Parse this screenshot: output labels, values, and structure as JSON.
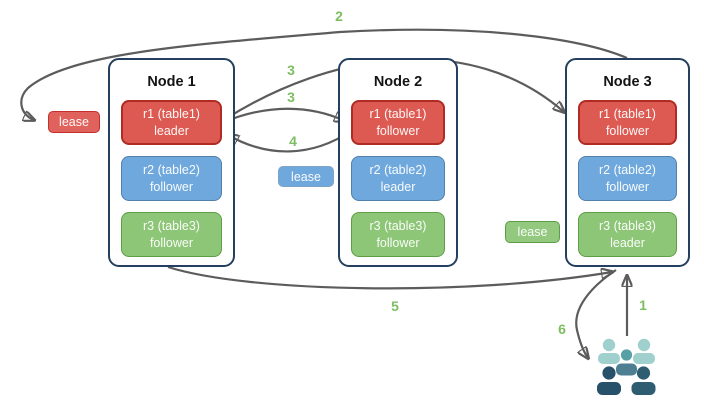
{
  "diagram": {
    "description": "Three-node replication diagram with per-table leader/follower replicas, leases and numbered request flow",
    "colors": {
      "replica_red_fill": "#dd5a52",
      "replica_red_border": "#b02b24",
      "replica_blue_fill": "#6fa8dc",
      "replica_blue_border": "#5180ad",
      "replica_green_fill": "#8dc677",
      "replica_green_border": "#5f9e45",
      "node_border": "#24405e",
      "arrow": "#5c5c5c",
      "step_label": "#7dbe62",
      "users_back": "#9fd0ce",
      "users_mid_head": "#57a0a5",
      "users_mid_body": "#4d7e92",
      "users_front_left": "#27506b",
      "users_front_right": "#2e5d72"
    },
    "nodes": [
      {
        "title": "Node 1",
        "replicas": [
          {
            "name": "r1 (table1)",
            "role": "leader",
            "color": "red"
          },
          {
            "name": "r2 (table2)",
            "role": "follower",
            "color": "blue"
          },
          {
            "name": "r3 (table3)",
            "role": "follower",
            "color": "green"
          }
        ]
      },
      {
        "title": "Node 2",
        "replicas": [
          {
            "name": "r1 (table1)",
            "role": "follower",
            "color": "red"
          },
          {
            "name": "r2 (table2)",
            "role": "leader",
            "color": "blue"
          },
          {
            "name": "r3 (table3)",
            "role": "follower",
            "color": "green"
          }
        ]
      },
      {
        "title": "Node 3",
        "replicas": [
          {
            "name": "r1 (table1)",
            "role": "follower",
            "color": "red"
          },
          {
            "name": "r2 (table2)",
            "role": "follower",
            "color": "blue"
          },
          {
            "name": "r3 (table3)",
            "role": "leader",
            "color": "green"
          }
        ]
      }
    ],
    "leases": [
      {
        "label": "lease",
        "color": "red"
      },
      {
        "label": "lease",
        "color": "blue"
      },
      {
        "label": "lease",
        "color": "green"
      }
    ],
    "steps": {
      "s1": {
        "label": "1",
        "from": "users",
        "to": "node3-bottom"
      },
      "s2": {
        "label": "2",
        "from": "node3-top",
        "to": "red-lease"
      },
      "s3a": {
        "label": "3",
        "from": "node1-r1",
        "to": "node3-r1"
      },
      "s3b": {
        "label": "3",
        "from": "node1-r1",
        "to": "node2-r1"
      },
      "s4": {
        "label": "4",
        "from": "node2-r1",
        "to": "node1-r1"
      },
      "s5": {
        "label": "5",
        "from": "node1-bottom",
        "to": "node3-bottom"
      },
      "s6": {
        "label": "6",
        "from": "node3-bottom",
        "to": "users"
      }
    }
  }
}
